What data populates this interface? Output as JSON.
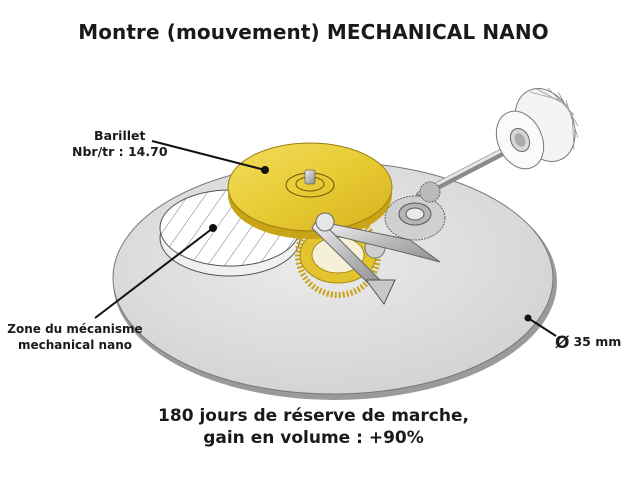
{
  "title": "Montre (mouvement) MECHANICAL NANO",
  "labels": {
    "barillet": {
      "name": "Barillet",
      "spec": "Nbr/tr : 14.70"
    },
    "zone": {
      "line1": "Zone du mécanisme",
      "line2": "mechanical nano"
    },
    "diameter": {
      "symbol": "Ø",
      "value": "35 mm"
    }
  },
  "footer": {
    "line1": "180 jours de réserve de marche,",
    "line2": "gain en volume : +90%"
  },
  "components": [
    {
      "name": "main-plate",
      "icon": "disc",
      "color": "#dcdcdc"
    },
    {
      "name": "barrel",
      "icon": "gold-disc",
      "color": "#e6c832"
    },
    {
      "name": "nano-mechanism-zone",
      "icon": "hatched-disc",
      "color": "#ffffff"
    },
    {
      "name": "gear-train",
      "icon": "gear",
      "color": "#d4b020"
    },
    {
      "name": "hands",
      "icon": "arrow-hands",
      "color": "#c8c8c8"
    },
    {
      "name": "winding-stem",
      "icon": "shaft",
      "color": "#bdbdbd"
    },
    {
      "name": "crown",
      "icon": "crown",
      "color": "#f2f2f2"
    }
  ]
}
